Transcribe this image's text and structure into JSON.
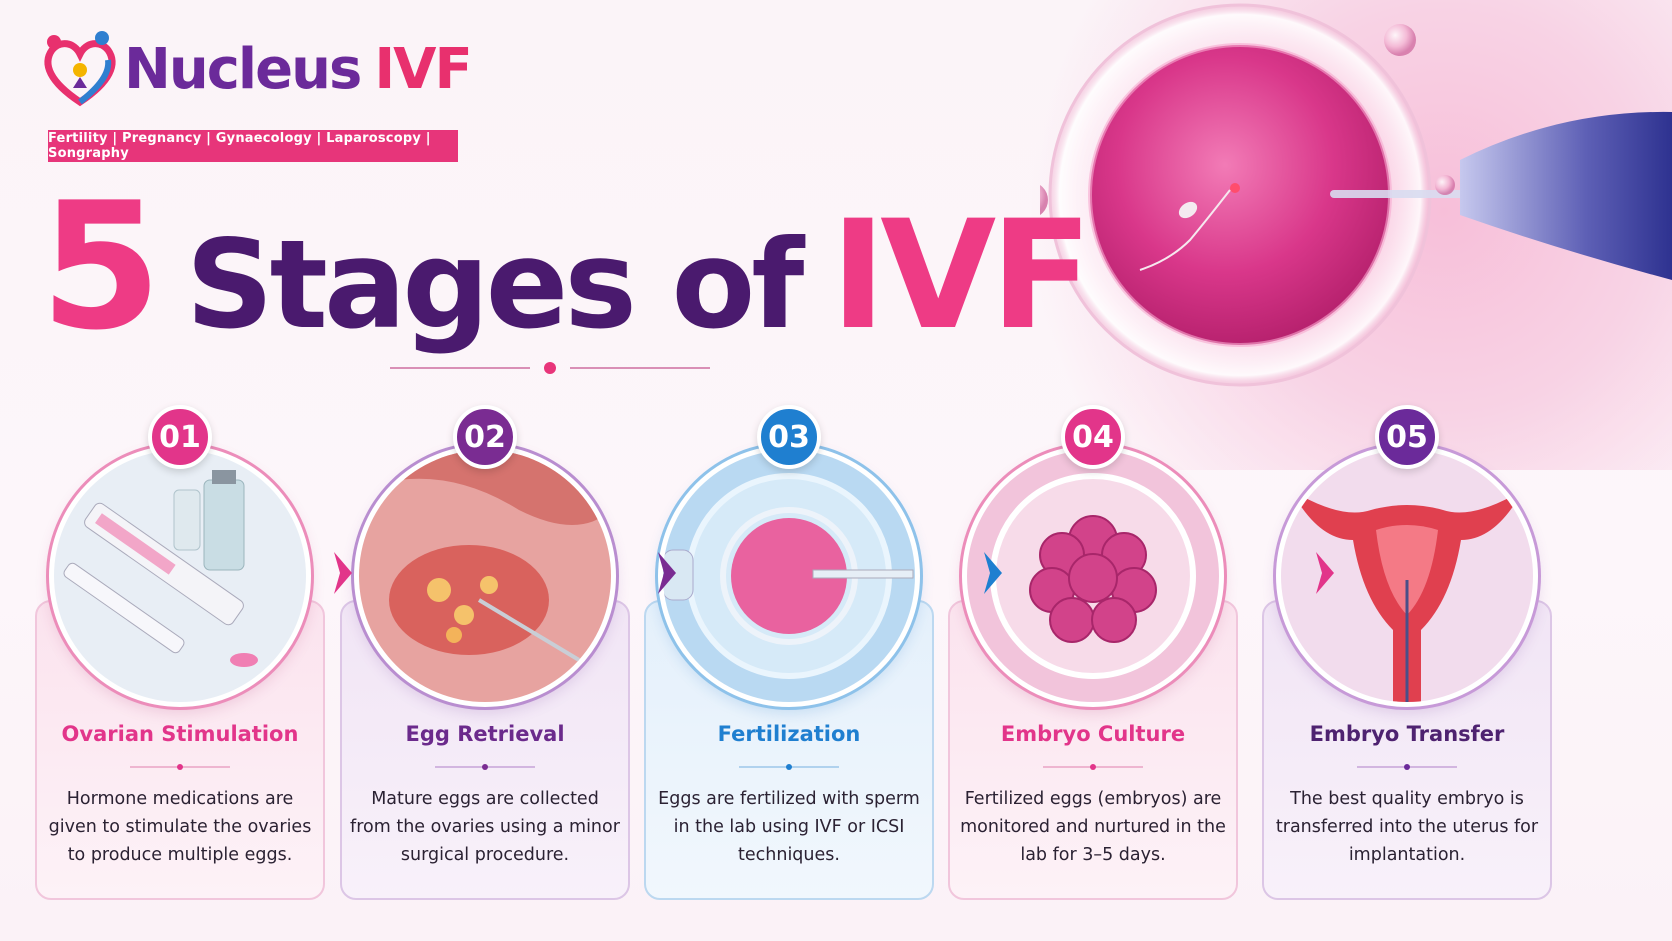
{
  "brand": {
    "name_part1": "Nucleus",
    "name_part2": "IVF",
    "tagline": "Fertility | Pregnancy | Gynaecology | Laparoscopy | Songraphy"
  },
  "headline": {
    "number": "5",
    "middle": "Stages of",
    "accent": "IVF"
  },
  "colors": {
    "pink": "#ee3b85",
    "purple": "#6b2a9a",
    "dark_purple": "#4a1a6e",
    "blue": "#1f7fd0"
  },
  "stages": [
    {
      "number": "01",
      "title": "Ovarian Stimulation",
      "description": "Hormone medications are given to stimulate the ovaries to produce multiple eggs.",
      "image": "syringe-vials-image",
      "accent": "#e2358a"
    },
    {
      "number": "02",
      "title": "Egg Retrieval",
      "description": "Mature eggs are collected from the ovaries using a minor surgical procedure.",
      "image": "ovary-retrieval-image",
      "accent": "#7a2c92"
    },
    {
      "number": "03",
      "title": "Fertilization",
      "description": "Eggs are fertilized with sperm in the lab using IVF or ICSI techniques.",
      "image": "icsi-egg-image",
      "accent": "#1f7fd0"
    },
    {
      "number": "04",
      "title": "Embryo Culture",
      "description": "Fertilized eggs (embryos) are monitored and nurtured in the lab for 3–5 days.",
      "image": "embryo-cells-image",
      "accent": "#e2358a"
    },
    {
      "number": "05",
      "title": "Embryo Transfer",
      "description": "The best quality embryo is transferred into the uterus for implantation.",
      "image": "uterus-transfer-image",
      "accent": "#6b2a9a"
    }
  ]
}
